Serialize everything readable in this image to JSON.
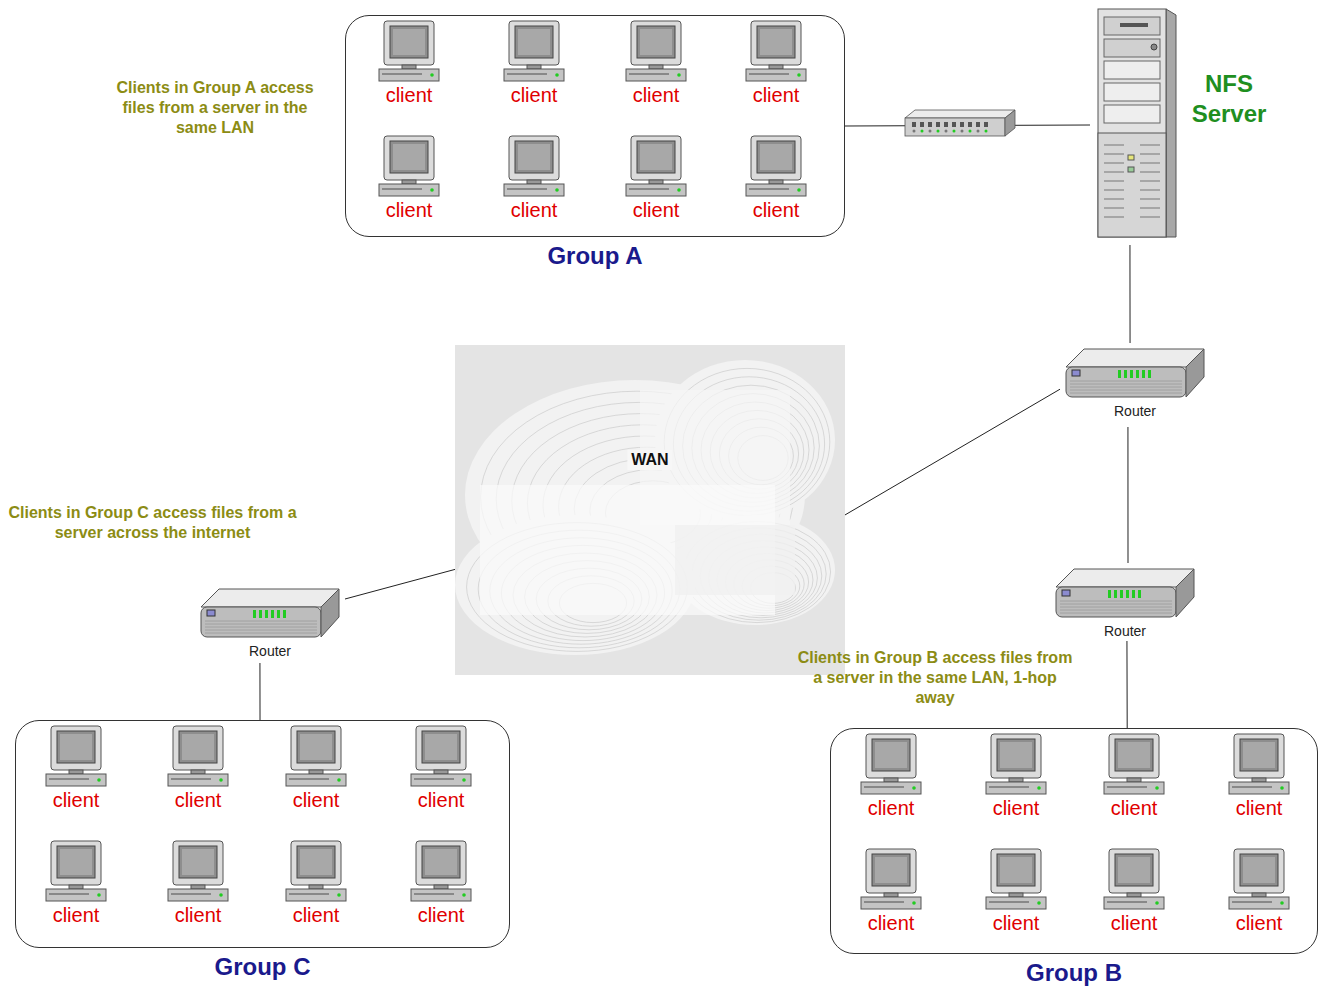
{
  "diagram": {
    "nodes": [
      {
        "text": [
          "Group A"
        ]
      },
      {
        "text": [
          "client"
        ],
        "in": 0
      },
      {
        "text": [
          "client"
        ],
        "in": 0
      },
      {
        "text": [
          "client"
        ],
        "in": 0
      },
      {
        "text": [
          "client"
        ],
        "in": 0
      },
      {
        "text": [
          "client"
        ],
        "in": 0
      },
      {
        "text": [
          "client"
        ],
        "in": 0
      },
      {
        "text": [
          "client"
        ],
        "in": 0
      },
      {
        "text": [
          "client"
        ],
        "in": 0
      },
      {
        "text": [
          "NFS Server"
        ]
      },
      {
        "text": [
          "Router"
        ]
      },
      {
        "text": [
          "WAN"
        ]
      },
      {
        "text": [
          "Router"
        ]
      },
      {
        "text": [
          "Router"
        ]
      },
      {
        "text": [
          "Group C"
        ]
      },
      {
        "text": [
          "client"
        ],
        "in": 14
      },
      {
        "text": [
          "client"
        ],
        "in": 14
      },
      {
        "text": [
          "client"
        ],
        "in": 14
      },
      {
        "text": [
          "client"
        ],
        "in": 14
      },
      {
        "text": [
          "client"
        ],
        "in": 14
      },
      {
        "text": [
          "client"
        ],
        "in": 14
      },
      {
        "text": [
          "client"
        ],
        "in": 14
      },
      {
        "text": [
          "client"
        ],
        "in": 14
      },
      {
        "text": [
          "Group B"
        ]
      },
      {
        "text": [
          "client"
        ],
        "in": 23
      },
      {
        "text": [
          "client"
        ],
        "in": 23
      },
      {
        "text": [
          "client"
        ],
        "in": 23
      },
      {
        "text": [
          "client"
        ],
        "in": 23
      },
      {
        "text": [
          "client"
        ],
        "in": 23
      },
      {
        "text": [
          "client"
        ],
        "in": 23
      },
      {
        "text": [
          "client"
        ],
        "in": 23
      },
      {
        "text": [
          "client"
        ],
        "in": 23
      }
    ],
    "edges": [
      {
        "from": 0,
        "to": 9,
        "arrow": "none"
      },
      {
        "from": 9,
        "to": 10,
        "arrow": "none"
      },
      {
        "from": 10,
        "to": 11,
        "arrow": "none"
      },
      {
        "from": 10,
        "to": 12,
        "arrow": "none"
      },
      {
        "from": 12,
        "to": 23,
        "arrow": "none"
      },
      {
        "from": 11,
        "to": 13,
        "arrow": "none"
      },
      {
        "from": 13,
        "to": 14,
        "arrow": "none"
      }
    ],
    "labels": [
      "Clients in Group A access files from a server in the same LAN",
      "Clients in Group C access files from a server across the internet",
      "Clients in Group B access files from a server in the same LAN, 1-hop away"
    ]
  }
}
